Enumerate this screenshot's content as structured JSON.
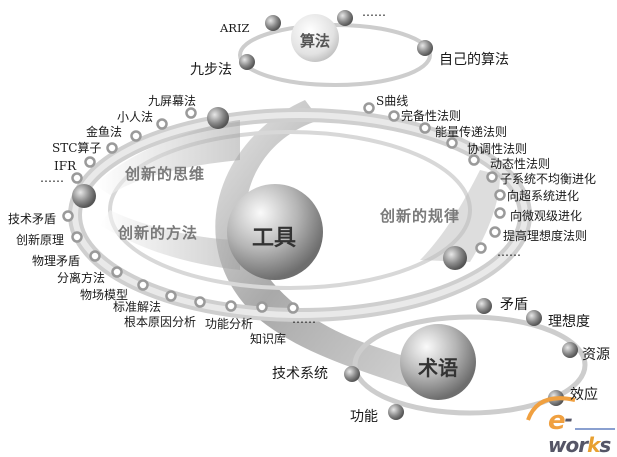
{
  "core": {
    "label": "工具"
  },
  "algorithm": {
    "label": "算法",
    "items": [
      "ARIZ",
      "九步法",
      "……",
      "自己的算法"
    ]
  },
  "terminology": {
    "label": "术语",
    "items": [
      "矛盾",
      "理想度",
      "资源",
      "效应",
      "技术系统",
      "功能"
    ]
  },
  "innovative_thinking": {
    "label": "创新的思维",
    "items": [
      "九屏幕法",
      "小人法",
      "金鱼法",
      "STC算子",
      "IFR",
      "……"
    ]
  },
  "innovative_methods": {
    "label": "创新的方法",
    "items": [
      "技术矛盾",
      "创新原理",
      "物理矛盾",
      "分离方法",
      "物场模型",
      "标准解法",
      "根本原因分析",
      "功能分析",
      "知识库",
      "……"
    ]
  },
  "innovation_laws": {
    "label": "创新的规律",
    "items": [
      "S曲线",
      "完备性法则",
      "能量传递法则",
      "协调性法则",
      "动态性法则",
      "子系统不均衡进化",
      "向超系统进化",
      "向微观级进化",
      "提高理想度法则",
      "……"
    ]
  },
  "watermark": {
    "prefix": "e",
    "text1": "-wor",
    "k": "k",
    "text2": "s"
  },
  "colors": {
    "sphere_light": "#f4f4f4",
    "sphere_dark": "#7b7b7b",
    "ring": "#c8c8c8",
    "band": "#8e8e8e"
  }
}
